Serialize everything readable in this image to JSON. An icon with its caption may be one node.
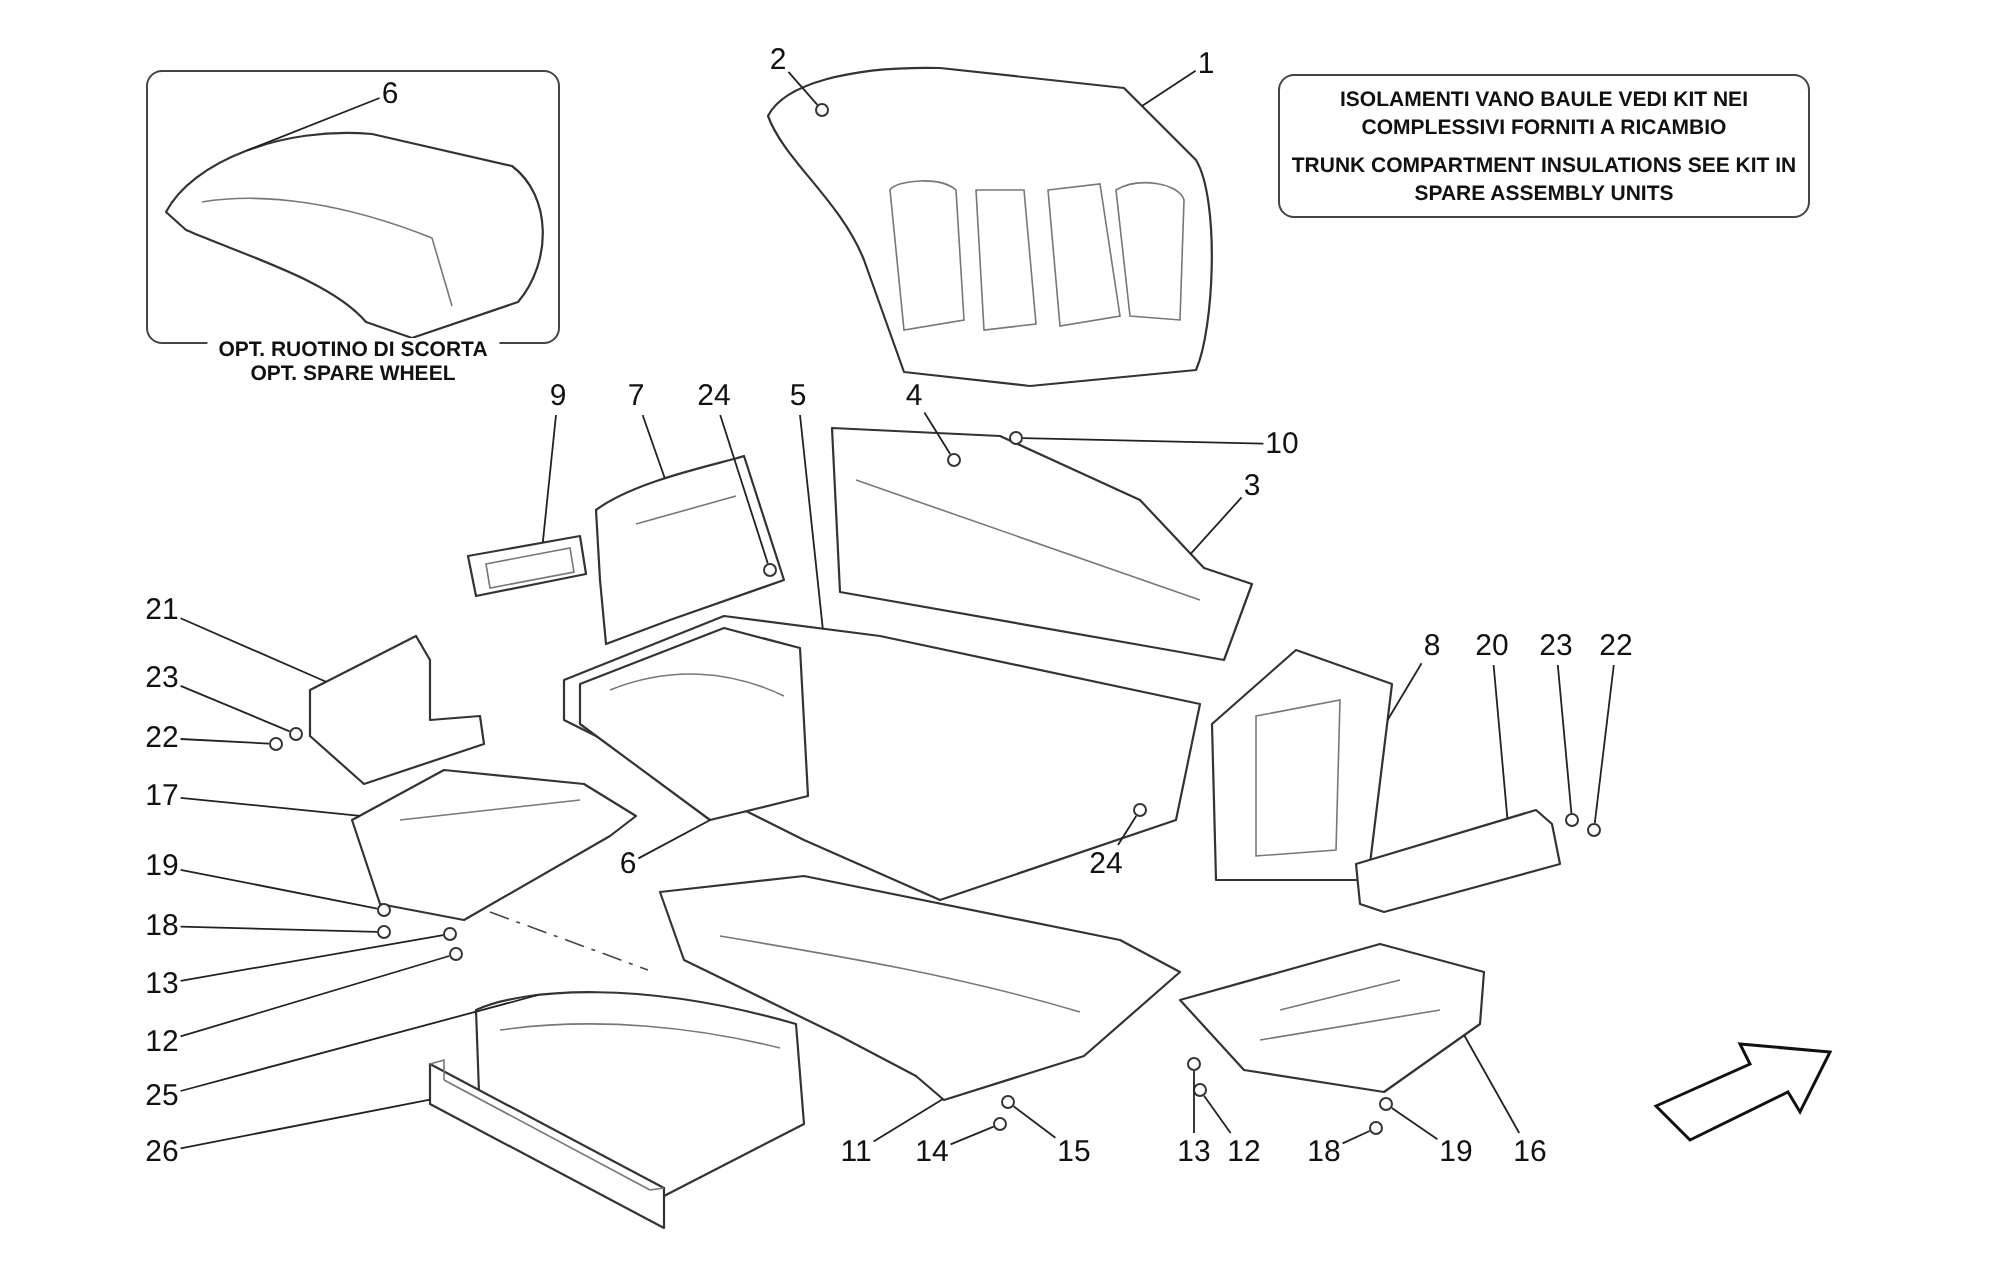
{
  "diagram": {
    "nodes": [
      {
        "text": [
          "OPT. RUOTINO DI SCORTA",
          "OPT. SPARE WHEEL"
        ]
      },
      {
        "text": [
          "6"
        ],
        "in": 0
      },
      {
        "text": [
          "2"
        ]
      },
      {
        "text": [
          "1"
        ]
      },
      {
        "text": [
          "ISOLAMENTI VANO BAULE VEDI KIT NEI COMPLESSIVI FORNITI A RICAMBIO",
          "TRUNK COMPARTMENT INSULATIONS SEE KIT IN SPARE ASSEMBLY UNITS"
        ]
      },
      {
        "text": [
          "9"
        ]
      },
      {
        "text": [
          "7"
        ]
      },
      {
        "text": [
          "24"
        ]
      },
      {
        "text": [
          "5"
        ]
      },
      {
        "text": [
          "4"
        ]
      },
      {
        "text": [
          "10"
        ]
      },
      {
        "text": [
          "3"
        ]
      },
      {
        "text": [
          "21"
        ]
      },
      {
        "text": [
          "8"
        ]
      },
      {
        "text": [
          "20"
        ]
      },
      {
        "text": [
          "23"
        ]
      },
      {
        "text": [
          "22"
        ]
      },
      {
        "text": [
          "23"
        ]
      },
      {
        "text": [
          "22"
        ]
      },
      {
        "text": [
          "17"
        ]
      },
      {
        "text": [
          "6"
        ]
      },
      {
        "text": [
          "19"
        ]
      },
      {
        "text": [
          "24"
        ]
      },
      {
        "text": [
          "18"
        ]
      },
      {
        "text": [
          "13"
        ]
      },
      {
        "text": [
          "12"
        ]
      },
      {
        "text": [
          "25"
        ]
      },
      {
        "text": [
          "11"
        ]
      },
      {
        "text": [
          "14"
        ]
      },
      {
        "text": [
          "15"
        ]
      },
      {
        "text": [
          "13"
        ]
      },
      {
        "text": [
          "12"
        ]
      },
      {
        "text": [
          "26"
        ]
      },
      {
        "text": [
          "18"
        ]
      },
      {
        "text": [
          "19"
        ]
      },
      {
        "text": [
          "16"
        ]
      },
      {
        "text": [],
        "shape": "picture",
        "in": 0
      },
      {
        "text": [],
        "shape": "picture"
      },
      {
        "text": [],
        "shape": "picture"
      },
      {
        "text": [],
        "shape": "picture"
      },
      {
        "text": [],
        "shape": "picture"
      },
      {
        "text": [],
        "shape": "picture"
      },
      {
        "text": [],
        "shape": "picture"
      },
      {
        "text": [],
        "shape": "picture"
      },
      {
        "text": [],
        "shape": "picture"
      },
      {
        "text": [],
        "shape": "picture"
      },
      {
        "text": [],
        "shape": "picture"
      },
      {
        "text": [],
        "shape": "picture"
      },
      {
        "text": [],
        "shape": "picture"
      },
      {
        "text": [],
        "shape": "picture"
      },
      {
        "text": [],
        "shape": "picture",
        "in": 41
      },
      {
        "text": [],
        "shape": "circle",
        "in": 37
      },
      {
        "text": [],
        "shape": "circle",
        "in": 40
      },
      {
        "text": [],
        "shape": "circle"
      },
      {
        "text": [],
        "shape": "circle",
        "in": 39
      },
      {
        "text": [],
        "shape": "circle",
        "in": 41
      },
      {
        "text": [],
        "shape": "circle"
      },
      {
        "text": [],
        "shape": "circle"
      },
      {
        "text": [],
        "shape": "circle"
      },
      {
        "text": [],
        "shape": "circle"
      },
      {
        "text": [],
        "shape": "circle"
      },
      {
        "text": [],
        "shape": "circle"
      },
      {
        "text": [],
        "shape": "circle"
      },
      {
        "text": [],
        "shape": "circle"
      },
      {
        "text": [],
        "shape": "circle"
      },
      {
        "text": [],
        "shape": "circle"
      },
      {
        "text": [],
        "shape": "circle"
      },
      {
        "text": [],
        "shape": "circle"
      },
      {
        "text": [],
        "shape": "circle"
      },
      {
        "text": [],
        "shape": "circle"
      }
    ],
    "edges": [
      {
        "from": 1,
        "to": 36,
        "arrow": "none"
      },
      {
        "from": 2,
        "to": 51,
        "arrow": "none"
      },
      {
        "from": 3,
        "to": 37,
        "arrow": "none"
      },
      {
        "from": 5,
        "to": 38,
        "arrow": "none"
      },
      {
        "from": 6,
        "to": 39,
        "arrow": "none"
      },
      {
        "from": 7,
        "to": 54,
        "arrow": "none"
      },
      {
        "from": 8,
        "to": 41,
        "arrow": "none"
      },
      {
        "from": 9,
        "to": 52,
        "arrow": "none"
      },
      {
        "from": 10,
        "to": 53,
        "arrow": "none"
      },
      {
        "from": 11,
        "to": 40,
        "arrow": "none"
      },
      {
        "from": 12,
        "to": 43,
        "arrow": "none"
      },
      {
        "from": 13,
        "to": 42,
        "arrow": "none"
      },
      {
        "from": 14,
        "to": 46,
        "arrow": "none"
      },
      {
        "from": 15,
        "to": 58,
        "arrow": "none"
      },
      {
        "from": 16,
        "to": 59,
        "arrow": "none"
      },
      {
        "from": 17,
        "to": 56,
        "arrow": "none"
      },
      {
        "from": 18,
        "to": 57,
        "arrow": "none"
      },
      {
        "from": 19,
        "to": 44,
        "arrow": "none"
      },
      {
        "from": 20,
        "to": 50,
        "arrow": "none"
      },
      {
        "from": 21,
        "to": 60,
        "arrow": "none"
      },
      {
        "from": 22,
        "to": 55,
        "arrow": "none"
      },
      {
        "from": 23,
        "to": 61,
        "arrow": "none"
      },
      {
        "from": 24,
        "to": 62,
        "arrow": "none"
      },
      {
        "from": 25,
        "to": 63,
        "arrow": "none"
      },
      {
        "from": 26,
        "to": 48,
        "arrow": "none"
      },
      {
        "from": 27,
        "to": 45,
        "arrow": "none"
      },
      {
        "from": 28,
        "to": 64,
        "arrow": "none"
      },
      {
        "from": 29,
        "to": 65,
        "arrow": "none"
      },
      {
        "from": 30,
        "to": 66,
        "arrow": "none"
      },
      {
        "from": 31,
        "to": 67,
        "arrow": "none"
      },
      {
        "from": 32,
        "to": 49,
        "arrow": "none"
      },
      {
        "from": 33,
        "to": 68,
        "arrow": "none"
      },
      {
        "from": 34,
        "to": 69,
        "arrow": "none"
      },
      {
        "from": 35,
        "to": 47,
        "arrow": "none"
      }
    ]
  }
}
